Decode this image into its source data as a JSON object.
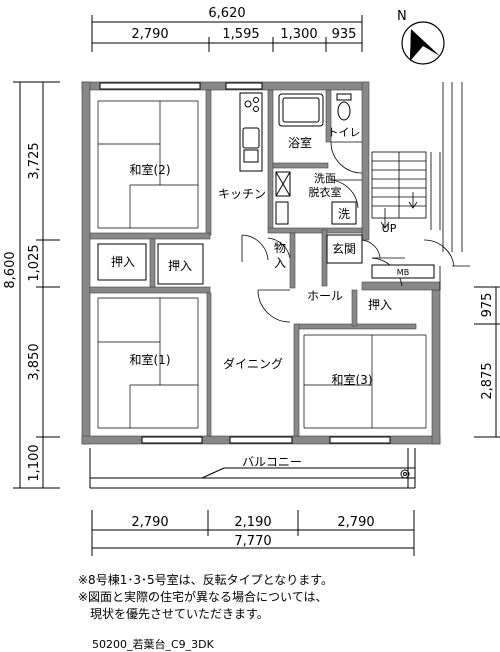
{
  "dimensions": {
    "top_total": "6,620",
    "top_segments": [
      "2,790",
      "1,595",
      "1,300",
      "935"
    ],
    "bottom_segments": [
      "2,790",
      "2,190",
      "2,790"
    ],
    "bottom_total": "7,770",
    "left_total": "8,600",
    "left_segments": [
      "3,725",
      "1,025",
      "3,850",
      "1,100"
    ],
    "right_segments": [
      "975",
      "2,875"
    ]
  },
  "compass": {
    "label": "N"
  },
  "rooms": {
    "washitsu_2": "和室(2)",
    "kitchen": "キッチン",
    "oshiire_1": "押入",
    "oshiire_2": "押入",
    "washitsu_1": "和室(1)",
    "dining": "ダイニング",
    "washitsu_3": "和室(3)",
    "oshiire_3": "押入",
    "hall": "ホール",
    "balcony": "バルコニー",
    "bath": "浴室",
    "toilet": "トイレ",
    "senmen_1": "洗面",
    "senmen_2": "脱衣室",
    "washer": "洗",
    "mono_1": "物",
    "mono_2": "入",
    "genkan": "玄関",
    "mb": "MB",
    "up": "UP"
  },
  "notes": [
    "※8号棟1･3･5号室は、反転タイプとなります。",
    "※図面と実際の住宅が異なる場合については、",
    "　現状を優先させていただきます。"
  ],
  "plan_code": "50200_若葉台_C9_3DK"
}
